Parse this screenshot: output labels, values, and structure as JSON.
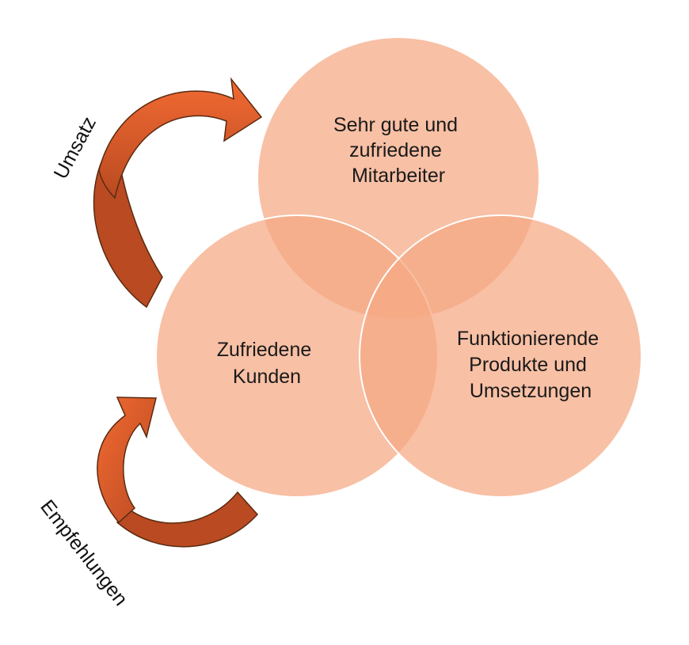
{
  "diagram": {
    "circles": [
      {
        "id": "top",
        "lines": [
          "Sehr gute und",
          "zufriedene",
          "Mitarbeiter"
        ]
      },
      {
        "id": "left",
        "lines": [
          "Zufriedene",
          "Kunden"
        ]
      },
      {
        "id": "right",
        "lines": [
          "Funktionierende",
          "Produkte und",
          "Umsetzungen"
        ]
      }
    ],
    "arrows": [
      {
        "id": "top-arrow",
        "label": "Umsatz"
      },
      {
        "id": "bottom-arrow",
        "label": "Empfehlungen"
      }
    ],
    "colors": {
      "circle_fill": "#f5a882",
      "circle_stroke": "#ffffff",
      "arrow_light": "#f26a32",
      "arrow_dark": "#b94a22",
      "arrow_outline": "#5a2a10",
      "text": "#1a1a1a"
    }
  }
}
